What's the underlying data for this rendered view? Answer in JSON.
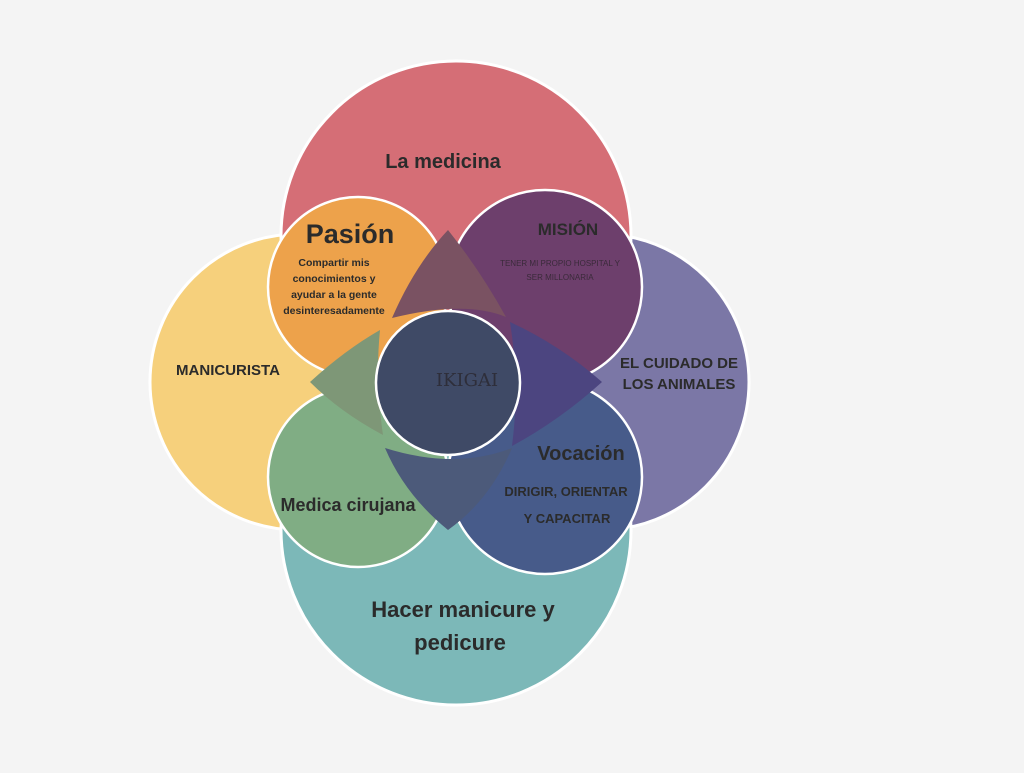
{
  "colors": {
    "background": "#f4f4f4",
    "top": "#d56e76",
    "left": "#f6d07c",
    "right": "#7b77a6",
    "bottom": "#7cb8b8",
    "pasion": "#eda24b",
    "mision": "#6d3f6c",
    "vocacion": "#475b8a",
    "profesion": "#80ad84",
    "center": "#3f4a66",
    "outline": "#ffffff"
  },
  "labels": {
    "top": "La medicina",
    "left": "MANICURISTA",
    "right_line1": "EL CUIDADO DE",
    "right_line2": "LOS ANIMALES",
    "bottom_line1": "Hacer manicure y",
    "bottom_line2": "pedicure",
    "pasion_title": "Pasión",
    "pasion_line1": "Compartir mis",
    "pasion_line2": "conocimientos y",
    "pasion_line3": "ayudar a la gente",
    "pasion_line4": "desinteresadamente",
    "mision_title": "MISIÓN",
    "mision_line1": "TENER MI PROPIO HOSPITAL Y",
    "mision_line2": "SER MILLONARIA",
    "vocacion_title": "Vocación",
    "vocacion_line1": "DIRIGIR, ORIENTAR",
    "vocacion_line2": "Y CAPACITAR",
    "profesion": "Medica cirujana",
    "center": "IKIGAI"
  }
}
